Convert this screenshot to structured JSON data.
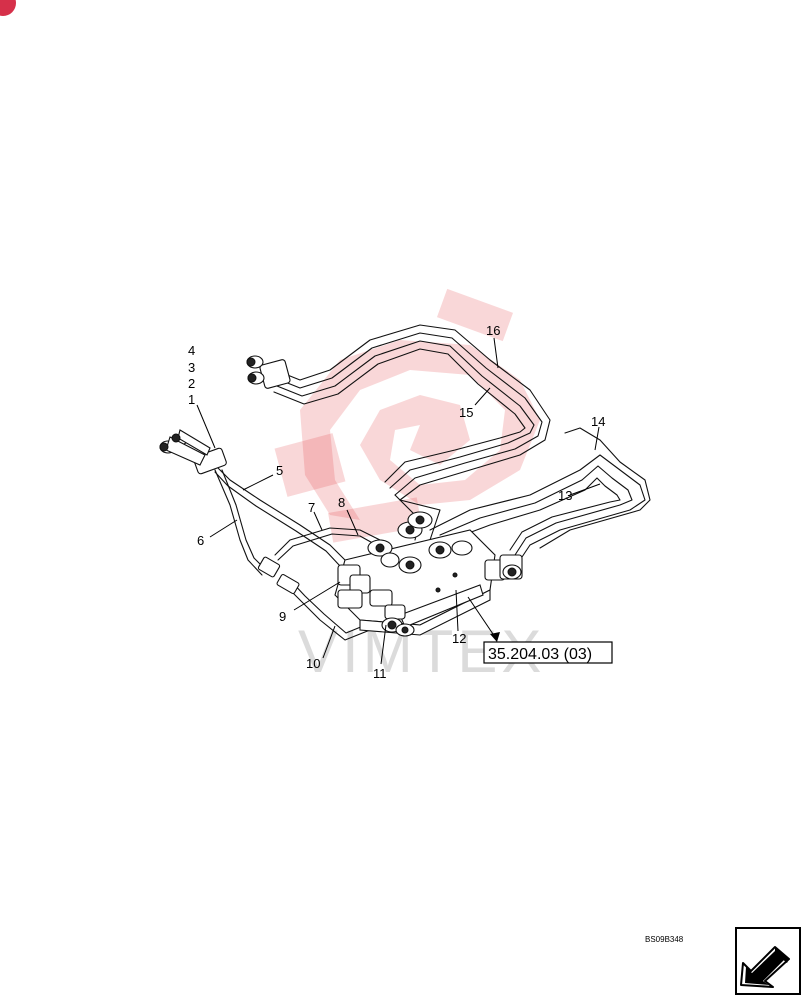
{
  "diagram": {
    "callouts": {
      "c1": "1",
      "c2": "2",
      "c3": "3",
      "c4": "4",
      "c5": "5",
      "c6": "6",
      "c7": "7",
      "c8": "8",
      "c9": "9",
      "c10": "10",
      "c11": "11",
      "c12": "12",
      "c13": "13",
      "c14": "14",
      "c15": "15",
      "c16": "16"
    },
    "reference": "35.204.03 (03)",
    "drawing_code": "BS09B348",
    "watermark_text": "VIMTEX"
  },
  "icons": {
    "corner_badge": "page-badge-icon",
    "navigation": "arrow-back-icon"
  },
  "colors": {
    "watermark": "#e34a4f",
    "badge": "#d6304a"
  }
}
